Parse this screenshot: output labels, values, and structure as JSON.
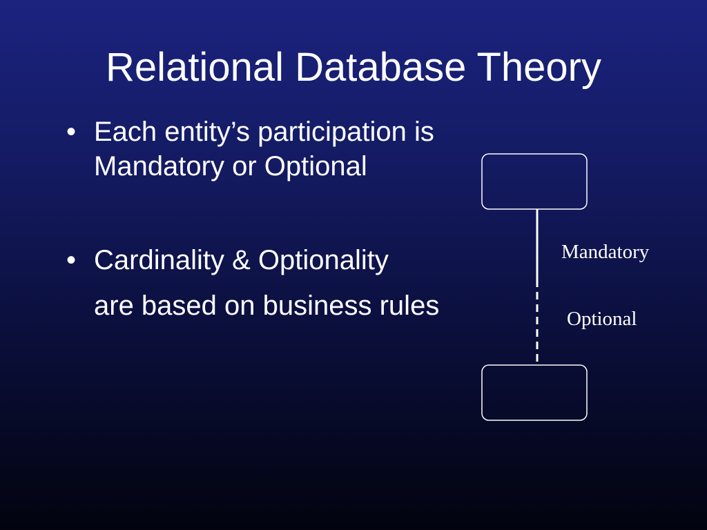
{
  "slide": {
    "title": "Relational Database Theory",
    "bullets": [
      {
        "lines": [
          "Each entity’s participation is",
          "Mandatory or Optional"
        ]
      },
      {
        "lines": [
          "Cardinality & Optionality",
          "are based on business rules"
        ]
      }
    ],
    "diagram": {
      "mandatory_label": "Mandatory",
      "optional_label": "Optional"
    }
  },
  "colors": {
    "background_top": "#1b237f",
    "background_bottom": "#02030f",
    "foreground": "#ffffff"
  }
}
